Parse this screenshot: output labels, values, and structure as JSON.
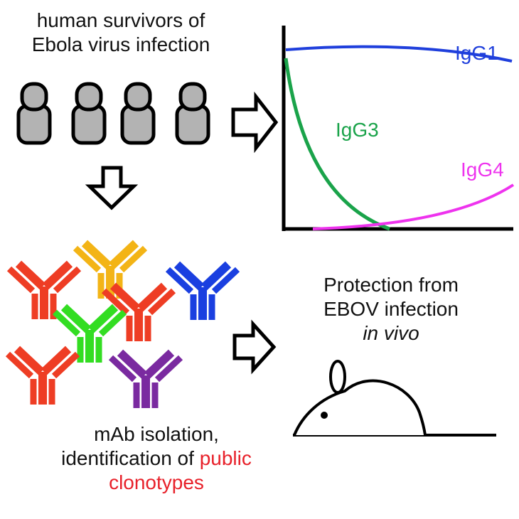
{
  "header": {
    "line1": "human survivors of",
    "line2": "Ebola virus infection"
  },
  "protection": {
    "line1": "Protection from",
    "line2": "EBOV infection",
    "line3": "in vivo"
  },
  "isolation": {
    "line1": "mAb isolation,",
    "line2_prefix": "identification of ",
    "line2_highlight": "public",
    "line3": "clonotypes"
  },
  "colors": {
    "igg1": "#1f3fdc",
    "igg3": "#1aa34a",
    "igg4": "#ee33ee",
    "highlight": "#e8212a",
    "person_fill": "#b3b3b3"
  },
  "chart_data": {
    "type": "line",
    "title": "",
    "xlabel": "",
    "ylabel": "",
    "series": [
      {
        "name": "IgG1"
      },
      {
        "name": "IgG3"
      },
      {
        "name": "IgG4"
      }
    ]
  }
}
